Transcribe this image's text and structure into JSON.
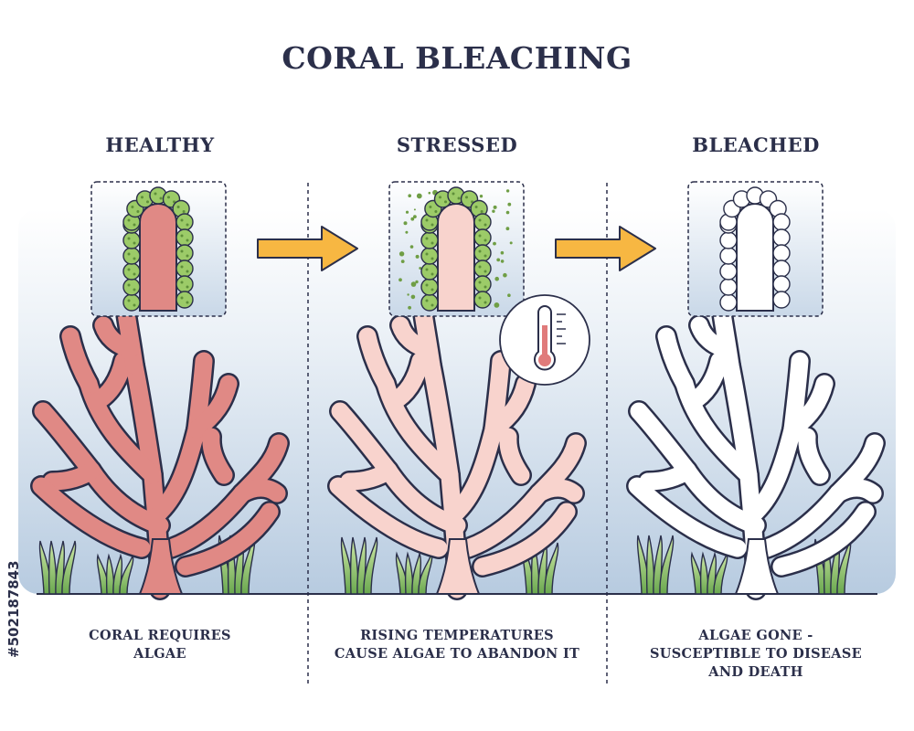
{
  "title": "CORAL BLEACHING",
  "stock_id": "#502187843",
  "colors": {
    "healthy": "#e08985",
    "stressed": "#f8d3cd",
    "bleached": "#ffffff",
    "algae": "#9ccb68",
    "arrow": "#f7b742",
    "outline": "#2b2f4a",
    "thermometer": "#e07b7b"
  },
  "panels": [
    {
      "id": "healthy",
      "title": "HEALTHY",
      "caption": [
        "CORAL REQUIRES",
        "ALGAE"
      ],
      "algae_state": "attached"
    },
    {
      "id": "stressed",
      "title": "STRESSED",
      "caption": [
        "RISING TEMPERATURES",
        "CAUSE ALGAE TO ABANDON IT"
      ],
      "algae_state": "leaving",
      "icon": "thermometer-icon"
    },
    {
      "id": "bleached",
      "title": "BLEACHED",
      "caption": [
        "ALGAE GONE -",
        "SUSCEPTIBLE TO DISEASE",
        "AND DEATH"
      ],
      "algae_state": "gone"
    }
  ]
}
